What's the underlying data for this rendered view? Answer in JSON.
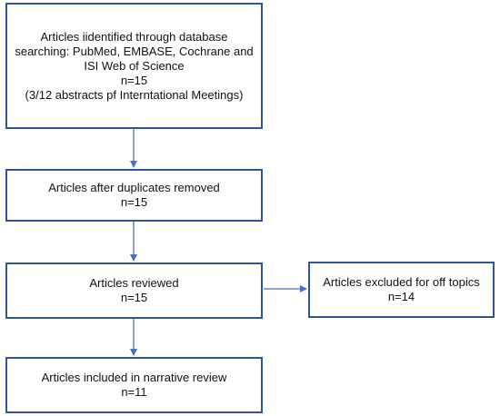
{
  "colors": {
    "box_border": "#2f5597",
    "arrow": "#4472c4",
    "text": "#111111"
  },
  "boxes": {
    "identification": {
      "lines": [
        "Articles iidentified through database",
        "searching: PubMed, EMBASE, Cochrane and",
        "ISI Web of Science",
        "n=15",
        "(3/12 abstracts pf Interntational Meetings)"
      ]
    },
    "duplicates": {
      "lines": [
        "Articles after duplicates removed",
        "n=15"
      ]
    },
    "reviewed": {
      "lines": [
        "Articles reviewed",
        "n=15"
      ]
    },
    "excluded": {
      "lines": [
        "Articles excluded for off topics",
        "n=14"
      ]
    },
    "included": {
      "lines": [
        "Articles included in narrative review",
        "n=11"
      ]
    }
  }
}
